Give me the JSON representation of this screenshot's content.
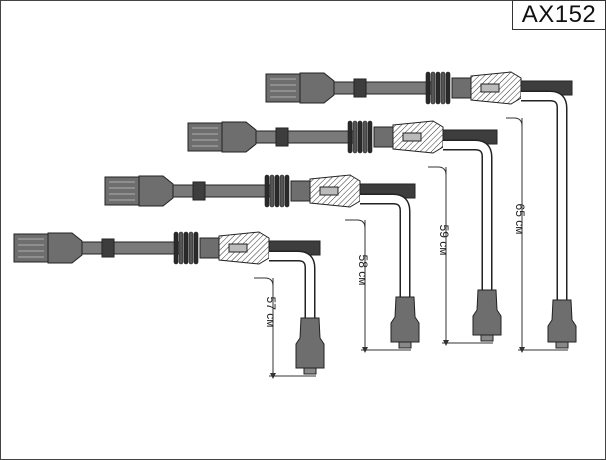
{
  "product_code": "AX152",
  "leads": [
    {
      "length_label": "65 см"
    },
    {
      "length_label": "59 см"
    },
    {
      "length_label": "58 см"
    },
    {
      "length_label": "57 см"
    }
  ],
  "colors": {
    "boot": "#6e6e6e",
    "boot_dark": "#3d3d3d",
    "cable": "#7a7a7a",
    "outline": "#222222",
    "dimension_line": "#333333"
  }
}
